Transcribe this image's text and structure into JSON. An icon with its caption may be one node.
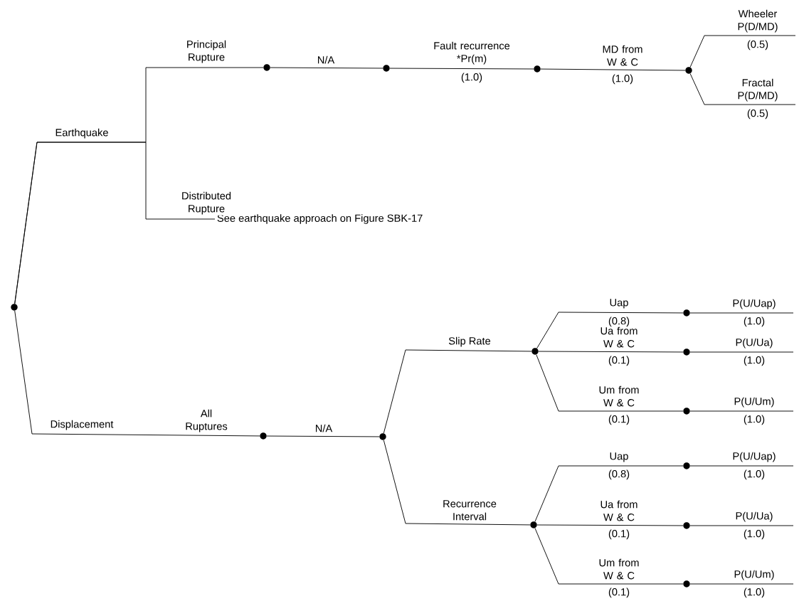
{
  "diagram": {
    "nodes": [
      {
        "text": [],
        "shape": "circle"
      },
      {
        "text": [],
        "shape": "circle"
      },
      {
        "text": [],
        "shape": "circle"
      },
      {
        "text": [],
        "shape": "circle"
      },
      {
        "text": [],
        "shape": "circle"
      },
      {
        "text": [],
        "shape": "circle"
      },
      {
        "text": [],
        "shape": "circle"
      },
      {
        "text": [],
        "shape": "circle"
      },
      {
        "text": [],
        "shape": "circle"
      },
      {
        "text": [],
        "shape": "circle"
      },
      {
        "text": [],
        "shape": "circle"
      },
      {
        "text": [],
        "shape": "circle"
      },
      {
        "text": [],
        "shape": "circle"
      },
      {
        "text": [],
        "shape": "circle"
      },
      {
        "text": [],
        "shape": "circle"
      },
      {
        "text": [
          "See earthquake approach on Figure SBK-17"
        ]
      }
    ],
    "edges": [
      {
        "from": 0,
        "to": 1,
        "arrow": "none",
        "label": "Principal Rupture"
      },
      {
        "from": 0,
        "to": 15,
        "arrow": "none",
        "label": "Distributed Rupture"
      },
      {
        "from": 1,
        "to": 2,
        "arrow": "none",
        "label": "N/A"
      },
      {
        "from": 2,
        "to": 3,
        "arrow": "none",
        "label": "Fault recurrence *Pr(m)"
      },
      {
        "from": 3,
        "to": 4,
        "arrow": "none",
        "label": "MD from W & C"
      },
      {
        "from": 4,
        "to": null,
        "arrow": "none",
        "label": "Wheeler P(D/MD)"
      },
      {
        "from": 4,
        "to": null,
        "arrow": "none",
        "label": "Fractal P(D/MD)"
      },
      {
        "from": 0,
        "to": 5,
        "arrow": "none",
        "label": "Displacement"
      },
      {
        "from": 5,
        "to": 6,
        "arrow": "none",
        "label": "N/A"
      },
      {
        "from": 6,
        "to": 7,
        "arrow": "none",
        "label": "Slip Rate"
      },
      {
        "from": 6,
        "to": 8,
        "arrow": "none",
        "label": "Recurrence Interval"
      },
      {
        "from": 7,
        "to": 9,
        "arrow": "none",
        "label": "Uap"
      },
      {
        "from": 7,
        "to": 10,
        "arrow": "none",
        "label": "Ua from W & C"
      },
      {
        "from": 7,
        "to": 11,
        "arrow": "none",
        "label": "Um from W & C"
      },
      {
        "from": 9,
        "to": null,
        "arrow": "none",
        "label": "P(U/Uap)"
      },
      {
        "from": 10,
        "to": null,
        "arrow": "none",
        "label": "P(U/Ua)"
      },
      {
        "from": 11,
        "to": null,
        "arrow": "none",
        "label": "P(U/Um)"
      },
      {
        "from": 8,
        "to": 12,
        "arrow": "none",
        "label": "Uap"
      },
      {
        "from": 8,
        "to": 13,
        "arrow": "none",
        "label": "Ua from W & C"
      },
      {
        "from": 8,
        "to": 14,
        "arrow": "none",
        "label": "Um from W & C"
      },
      {
        "from": 12,
        "to": null,
        "arrow": "none",
        "label": "P(U/Uap)"
      },
      {
        "from": 13,
        "to": null,
        "arrow": "none",
        "label": "P(U/Ua)"
      },
      {
        "from": 14,
        "to": null,
        "arrow": "none",
        "label": "P(U/Um)"
      }
    ],
    "labels": [
      "Earthquake",
      "(1.0)",
      "(1.0)",
      "(0.5)",
      "(0.5)",
      "All Ruptures",
      "(0.8)",
      "(1.0)",
      "(0.1)",
      "(1.0)",
      "(0.1)",
      "(1.0)",
      "(0.8)",
      "(1.0)",
      "(0.1)",
      "(1.0)",
      "(0.1)",
      "(1.0)"
    ]
  }
}
